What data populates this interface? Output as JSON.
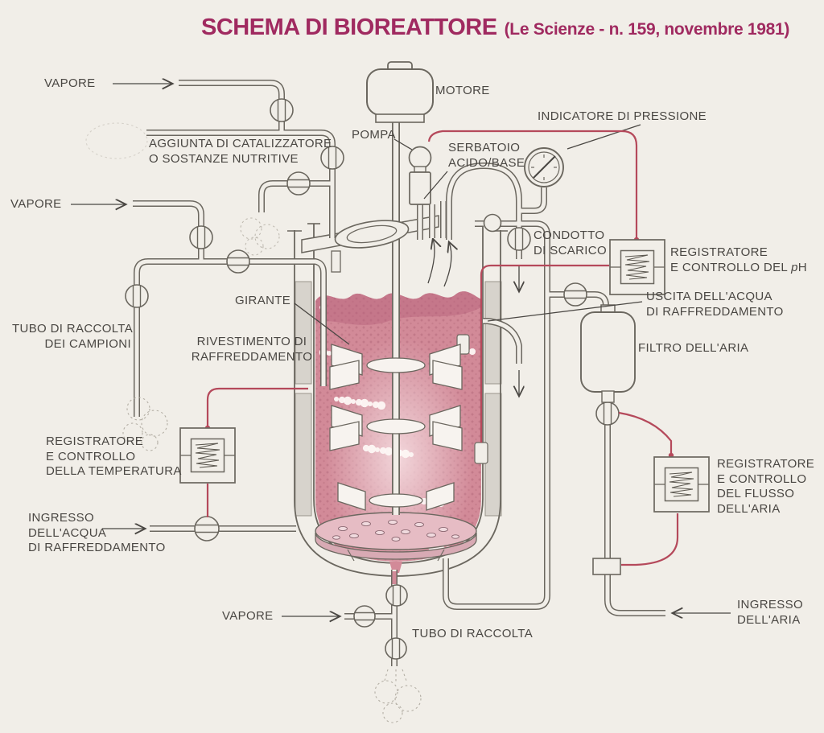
{
  "title": {
    "main": "SCHEMA DI BIOREATTORE",
    "source": "(Le Scienze - n. 159, novembre 1981)"
  },
  "labels": {
    "vapore_top": "VAPORE",
    "vapore_mid": "VAPORE",
    "vapore_bottom": "VAPORE",
    "aggiunta_1": "AGGIUNTA DI CATALIZZATORE",
    "aggiunta_2": "O SOSTANZE NUTRITIVE",
    "motore": "MOTORE",
    "pompa": "POMPA",
    "serbatoio_1": "SERBATOIO",
    "serbatoio_2": "ACIDO/BASE",
    "indicatore_pressione": "INDICATORE DI PRESSIONE",
    "condotto_1": "CONDOTTO",
    "condotto_2": "DI SCARICO",
    "reg_ph_1": "REGISTRATORE",
    "reg_ph_2a": "E CONTROLLO DEL",
    "reg_ph_2b": "p",
    "reg_ph_2c": "H",
    "girante": "GIRANTE",
    "uscita_1": "USCITA DELL'ACQUA",
    "uscita_2": "DI RAFFREDDAMENTO",
    "tubo_campioni_1": "TUBO DI RACCOLTA",
    "tubo_campioni_2": "DEI CAMPIONI",
    "rivestimento_1": "RIVESTIMENTO DI",
    "rivestimento_2": "RAFFREDDAMENTO",
    "filtro_aria": "FILTRO DELL'ARIA",
    "reg_temp_1": "REGISTRATORE",
    "reg_temp_2": "E CONTROLLO",
    "reg_temp_3": "DELLA TEMPERATURA",
    "reg_flusso_1": "REGISTRATORE",
    "reg_flusso_2": "E CONTROLLO",
    "reg_flusso_3": "DEL FLUSSO",
    "reg_flusso_4": "DELL'ARIA",
    "ingresso_acqua_1": "INGRESSO",
    "ingresso_acqua_2": "DELL'ACQUA",
    "ingresso_acqua_3": "DI RAFFREDDAMENTO",
    "tubo_raccolta": "TUBO DI RACCOLTA",
    "ingresso_aria_1": "INGRESSO",
    "ingresso_aria_2": "DELL'ARIA"
  },
  "colors": {
    "title_accent": "#a02a60",
    "label_text": "#4a4743",
    "pipe_outline": "#6b675f",
    "control_line_red": "#b5495b",
    "jacket_gray": "#d7d3cc",
    "liquid_pink": "#d28a98",
    "liquid_dark": "#b5607a",
    "background": "#f1eee8"
  }
}
